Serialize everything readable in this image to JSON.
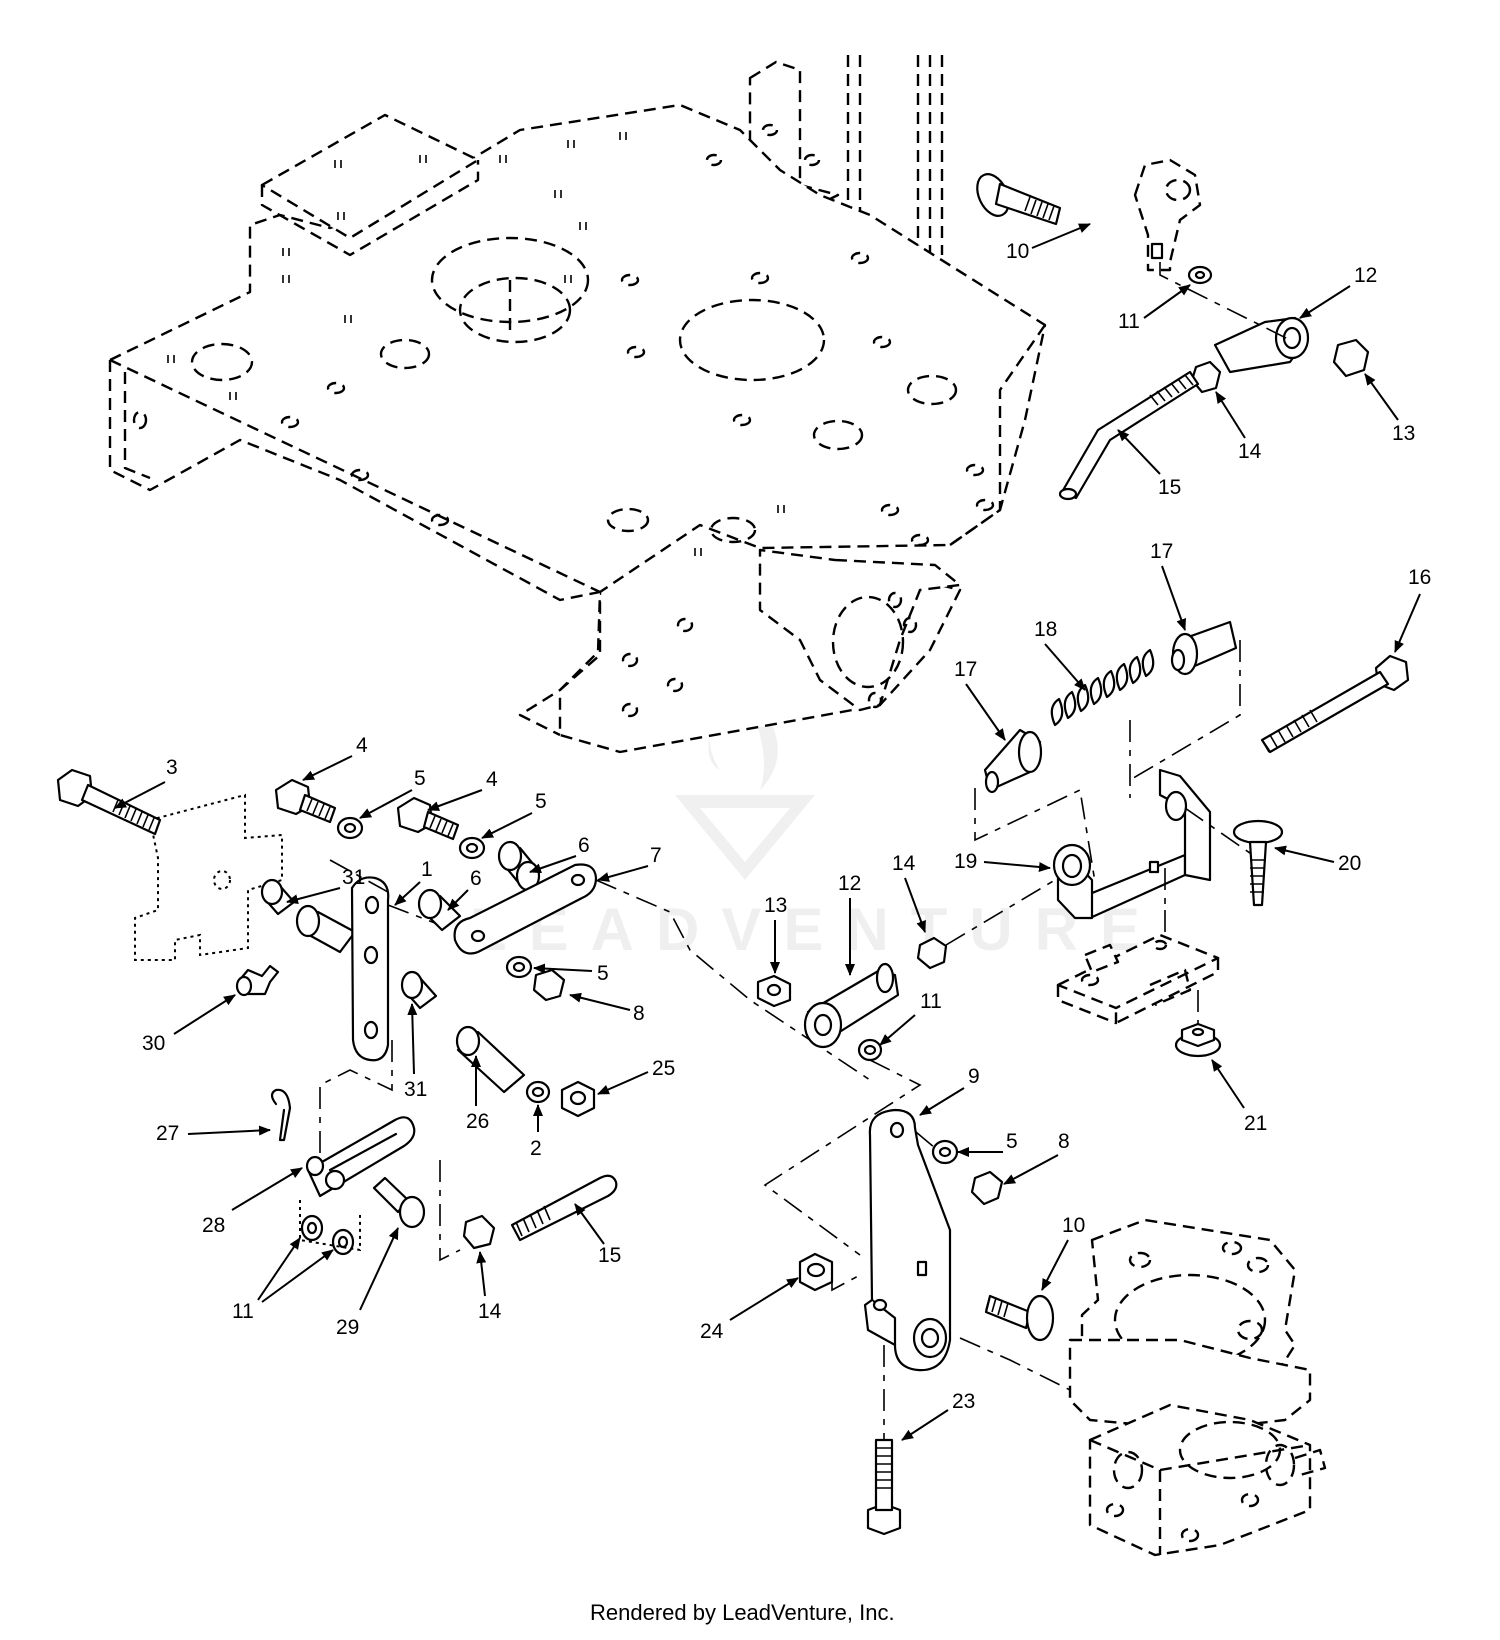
{
  "watermark": {
    "name": "LEADVENTURE"
  },
  "footer": {
    "credit": "Rendered by LeadVenture, Inc."
  },
  "callouts": [
    {
      "id": "c1",
      "label": "1"
    },
    {
      "id": "c2",
      "label": "2"
    },
    {
      "id": "c3",
      "label": "3"
    },
    {
      "id": "c4a",
      "label": "4"
    },
    {
      "id": "c4b",
      "label": "4"
    },
    {
      "id": "c5a",
      "label": "5"
    },
    {
      "id": "c5b",
      "label": "5"
    },
    {
      "id": "c5c",
      "label": "5"
    },
    {
      "id": "c5d",
      "label": "5"
    },
    {
      "id": "c6a",
      "label": "6"
    },
    {
      "id": "c6b",
      "label": "6"
    },
    {
      "id": "c7",
      "label": "7"
    },
    {
      "id": "c8a",
      "label": "8"
    },
    {
      "id": "c8b",
      "label": "8"
    },
    {
      "id": "c9",
      "label": "9"
    },
    {
      "id": "c10a",
      "label": "10"
    },
    {
      "id": "c10b",
      "label": "10"
    },
    {
      "id": "c11a",
      "label": "11"
    },
    {
      "id": "c11b",
      "label": "11"
    },
    {
      "id": "c11c",
      "label": "11"
    },
    {
      "id": "c12a",
      "label": "12"
    },
    {
      "id": "c12b",
      "label": "12"
    },
    {
      "id": "c13a",
      "label": "13"
    },
    {
      "id": "c13b",
      "label": "13"
    },
    {
      "id": "c14a",
      "label": "14"
    },
    {
      "id": "c14b",
      "label": "14"
    },
    {
      "id": "c14c",
      "label": "14"
    },
    {
      "id": "c15a",
      "label": "15"
    },
    {
      "id": "c15b",
      "label": "15"
    },
    {
      "id": "c16",
      "label": "16"
    },
    {
      "id": "c17a",
      "label": "17"
    },
    {
      "id": "c17b",
      "label": "17"
    },
    {
      "id": "c18",
      "label": "18"
    },
    {
      "id": "c19",
      "label": "19"
    },
    {
      "id": "c20",
      "label": "20"
    },
    {
      "id": "c21",
      "label": "21"
    },
    {
      "id": "c23",
      "label": "23"
    },
    {
      "id": "c24",
      "label": "24"
    },
    {
      "id": "c25",
      "label": "25"
    },
    {
      "id": "c26",
      "label": "26"
    },
    {
      "id": "c27",
      "label": "27"
    },
    {
      "id": "c28",
      "label": "28"
    },
    {
      "id": "c29",
      "label": "29"
    },
    {
      "id": "c30",
      "label": "30"
    },
    {
      "id": "c31a",
      "label": "31"
    },
    {
      "id": "c31b",
      "label": "31"
    }
  ]
}
